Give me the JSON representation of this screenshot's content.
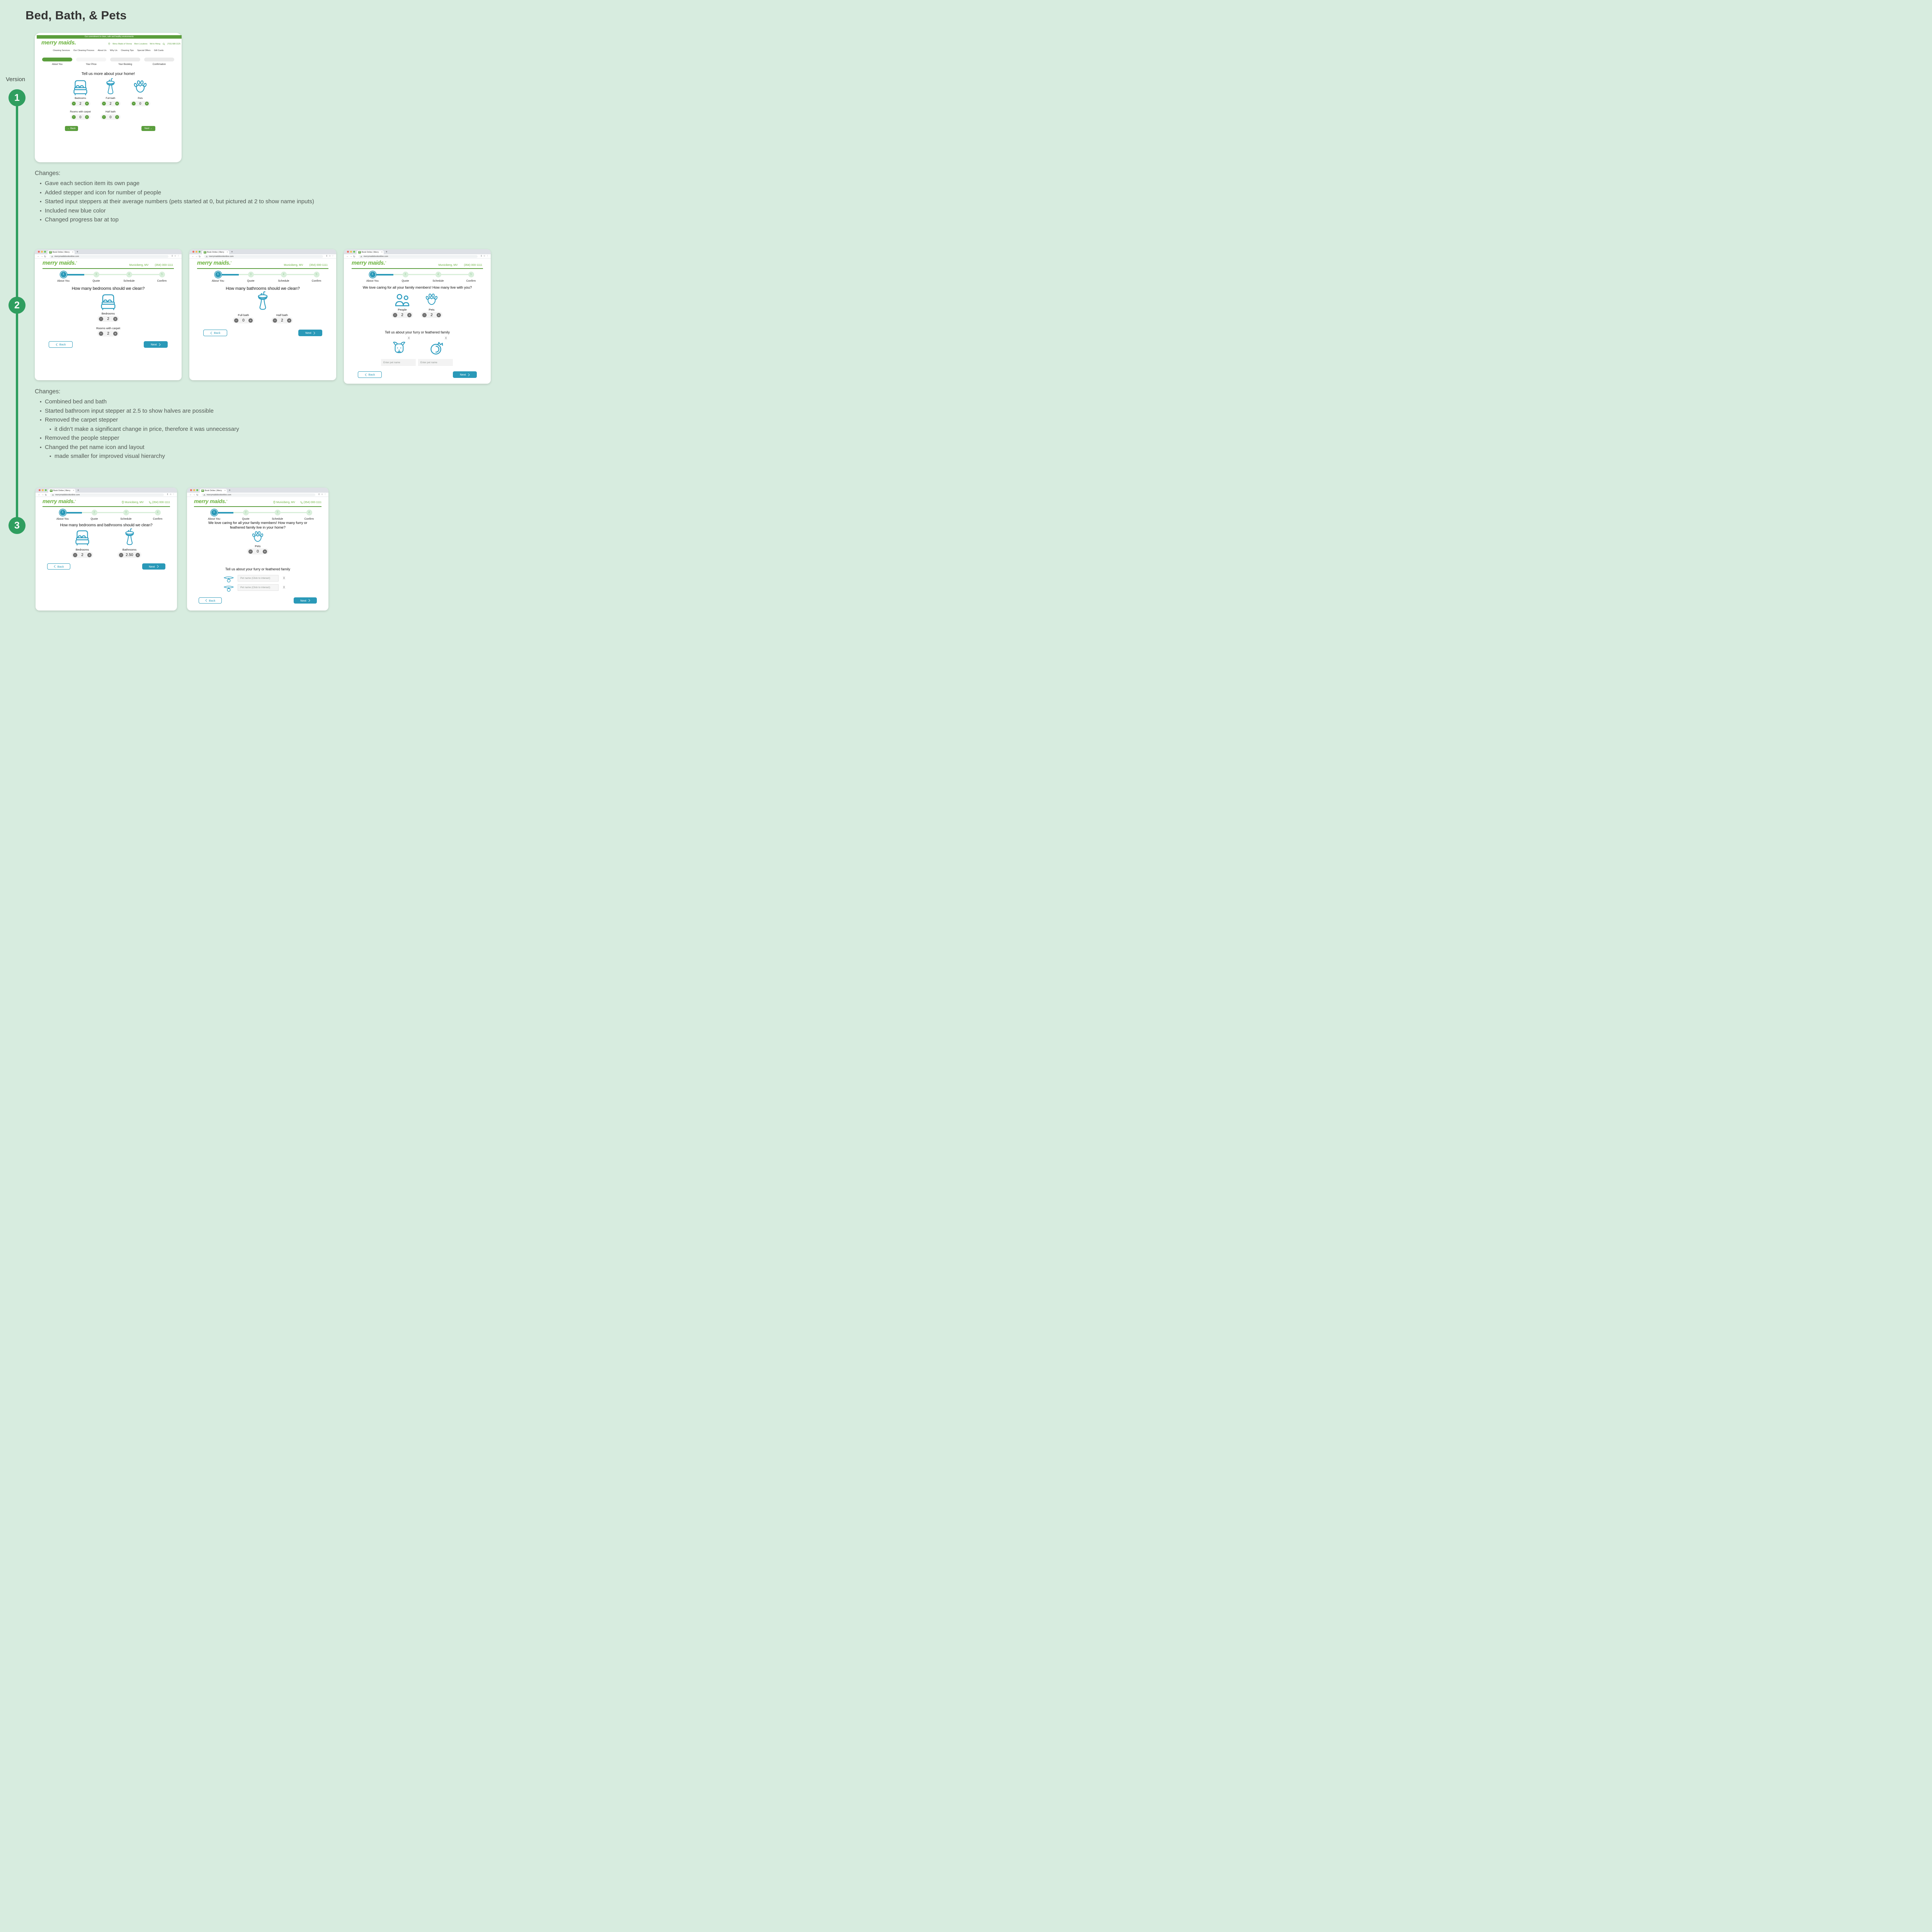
{
  "page": {
    "title": "Bed, Bath, & Pets",
    "version_label": "Version"
  },
  "versions": [
    "1",
    "2",
    "3"
  ],
  "colors": {
    "background": "#d7ecdf",
    "timeline_green": "#2f9e5f",
    "brand_green": "#6cb33f",
    "dark_green": "#5b9e3d",
    "accent_teal": "#2a99b8",
    "pale_step": "#d9efdb"
  },
  "brand": {
    "logo": "merry maids",
    "logo_period": ".",
    "reg": "®"
  },
  "browser": {
    "tab_title": "Book Online | Merry Maids",
    "url": "merrymaidsbookonline.com",
    "favicon": "m"
  },
  "v1": {
    "banner": "Our commitment to clean, safe and healthy environments",
    "topbar": {
      "location": "Merry Maids of Vienna",
      "links": [
        "More Locations",
        "We're Hiring"
      ],
      "phone": "(703) 688-3125"
    },
    "nav": [
      "Cleaning Services",
      "Our Cleaning Process",
      "About Us",
      "Why Us",
      "Cleaning Tips",
      "Special Offers",
      "Gift Cards"
    ],
    "progress": [
      "About You",
      "Your Price",
      "Your Booking",
      "Confirmation"
    ],
    "heading": "Tell us more about your home!",
    "columns": [
      {
        "label": "Bedrooms",
        "value": "2",
        "sub_label": "Rooms with carpet",
        "sub_value": "0"
      },
      {
        "label": "Full bath",
        "value": "2",
        "sub_label": "Half bath",
        "sub_value": "0"
      },
      {
        "label": "Pets",
        "value": "0"
      }
    ],
    "back": "← Back",
    "next": "Next →"
  },
  "changes_v1": {
    "heading": "Changes:",
    "items": [
      {
        "level": 1,
        "text": "Gave each section item its own page"
      },
      {
        "level": 1,
        "text": "Added stepper and icon for number of people"
      },
      {
        "level": 1,
        "text": "Started input steppers at their average numbers (pets started at 0, but pictured at 2 to show name inputs)"
      },
      {
        "level": 1,
        "text": "Included new blue color"
      },
      {
        "level": 1,
        "text": "Changed progress bar at top"
      }
    ]
  },
  "v2": {
    "header": {
      "location": "Municiberg, MV",
      "phone": "(354) 000-1111"
    },
    "steps": [
      {
        "num": "1",
        "label": "About You"
      },
      {
        "num": "3",
        "label": "Quote"
      },
      {
        "num": "4",
        "label": "Schedule"
      },
      {
        "num": "5",
        "label": "Confirm"
      }
    ],
    "back": "Back",
    "next": "Next",
    "cards": [
      {
        "question": "How many bedrooms should we clean?",
        "steppers": [
          {
            "label": "Bedrooms",
            "value": "2"
          },
          {
            "label": "Rooms with carpet",
            "value": "2"
          }
        ]
      },
      {
        "question": "How many bathrooms should we clean?",
        "steppers": [
          {
            "label": "Full bath",
            "value": "0"
          },
          {
            "label": "Half bath",
            "value": "2"
          }
        ]
      },
      {
        "question": "We love caring for all your family members! How many live with you?",
        "steppers": [
          {
            "label": "People",
            "value": "2"
          },
          {
            "label": "Pets",
            "value": "2"
          }
        ],
        "subheading": "Tell us about your furry or feathered family",
        "pet_placeholder": "Enter pet name"
      }
    ]
  },
  "changes_v2": {
    "heading": "Changes:",
    "items": [
      {
        "level": 1,
        "text": "Combined bed and bath"
      },
      {
        "level": 1,
        "text": "Started bathroom input stepper at 2.5 to show halves are possible"
      },
      {
        "level": 1,
        "text": "Removed the carpet stepper"
      },
      {
        "level": 2,
        "text": "it didn’t make a significant change in price, therefore it was unnecessary"
      },
      {
        "level": 1,
        "text": "Removed the people stepper"
      },
      {
        "level": 1,
        "text": "Changed the pet name icon and layout"
      },
      {
        "level": 2,
        "text": "made smaller for improved visual hierarchy"
      }
    ]
  },
  "v3": {
    "header": {
      "location": "Municiberg, MV",
      "phone": "(354) 000-1111"
    },
    "steps": [
      {
        "num": "1",
        "label": "About You"
      },
      {
        "num": "2",
        "label": "Quote"
      },
      {
        "num": "3",
        "label": "Schedule"
      },
      {
        "num": "4",
        "label": "Confirm"
      }
    ],
    "back": "Back",
    "next": "Next",
    "cards": [
      {
        "question": "How many bedrooms and bathrooms should we clean?",
        "steppers": [
          {
            "label": "Bedrooms",
            "value": "2"
          },
          {
            "label": "Bathrooms",
            "value": "2.50"
          }
        ]
      },
      {
        "question_line1": "We love caring for all your family members! How many furry or",
        "question_line2": "feathered family live in your home?",
        "steppers": [
          {
            "label": "Pets",
            "value": "0"
          }
        ],
        "subheading": "Tell us about your furry or feathered family",
        "pet_placeholder": "Pet name (Click to interact)"
      }
    ]
  }
}
